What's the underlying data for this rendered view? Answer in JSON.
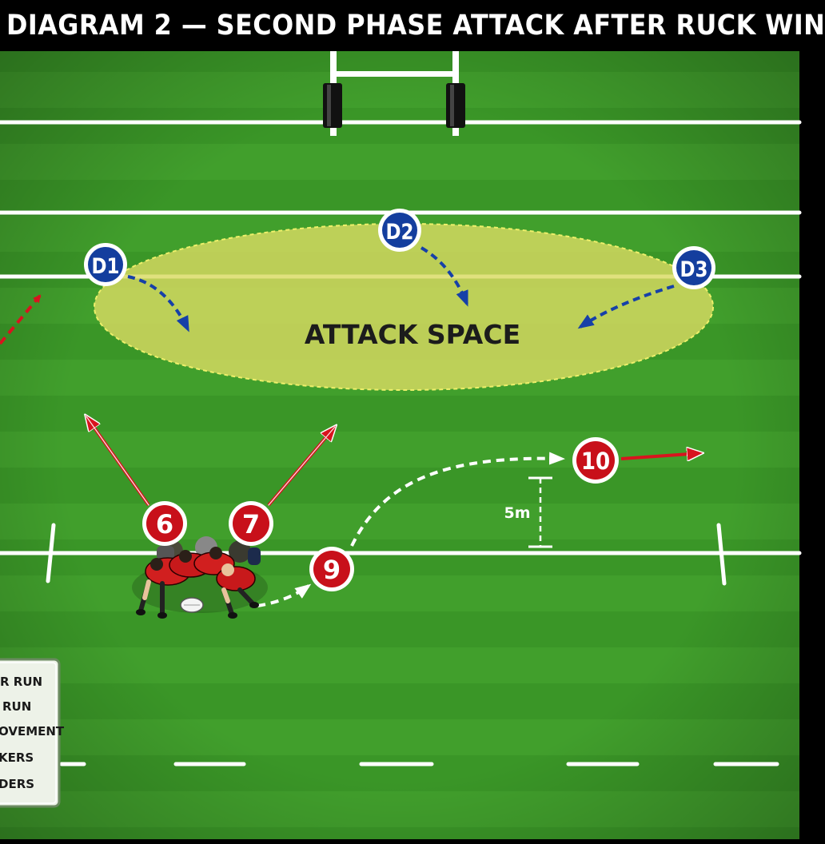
{
  "title": "DIAGRAM 2 — SECOND PHASE ATTACK AFTER RUCK WIN",
  "zone_label": "ATTACK SPACE",
  "distance_label": "5m",
  "defenders": [
    {
      "label": "D1",
      "color": "#143e9e"
    },
    {
      "label": "D2",
      "color": "#143e9e"
    },
    {
      "label": "D3",
      "color": "#143e9e"
    }
  ],
  "attackers": [
    {
      "label": "6",
      "color": "#c8101a"
    },
    {
      "label": "7",
      "color": "#c8101a"
    },
    {
      "label": "9",
      "color": "#c8101a"
    },
    {
      "label": "10",
      "color": "#c8101a"
    }
  ],
  "legend": {
    "items": [
      "R RUN",
      "RUN",
      "OVEMENT",
      "KERS",
      "DERS"
    ]
  },
  "colors": {
    "pitch": "#3f9e2a",
    "attack_line": "#d8141e",
    "defence_line": "#1640a8",
    "zone": "#d4d660",
    "title_bar": "#000000"
  },
  "icons": {
    "ruck": "ruck-players-icon",
    "ball": "rugby-ball-icon",
    "posts": "goal-posts-icon"
  }
}
